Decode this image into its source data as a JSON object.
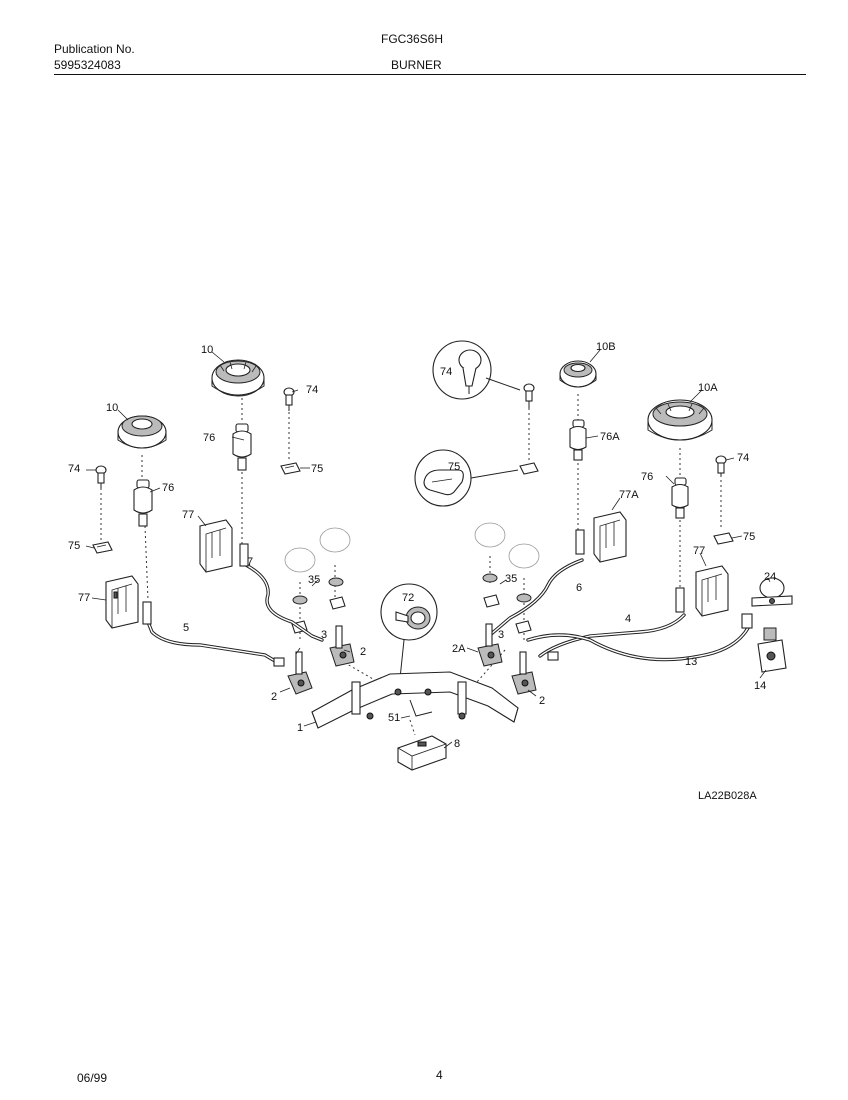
{
  "header": {
    "publication_label": "Publication No.",
    "publication_number": "5995324083",
    "model": "FGC36S6H",
    "section": "BURNER"
  },
  "callouts": {
    "burner_10_left": "10",
    "burner_10_top": "10",
    "burner_10a": "10A",
    "burner_10b": "10B",
    "orifice_74_a": "74",
    "orifice_74_b": "74",
    "orifice_74_c": "74",
    "orifice_74_detail": "74",
    "clip_75_a": "75",
    "clip_75_b": "75",
    "clip_75_c": "75",
    "clip_75_detail": "75",
    "holder_76_a": "76",
    "holder_76_b": "76",
    "holder_76_c": "76",
    "holder_76a": "76A",
    "bracket_77_a": "77",
    "bracket_77_b": "77",
    "bracket_77_c": "77",
    "bracket_77a": "77A",
    "tube_7": "7",
    "tube_5": "5",
    "tube_6": "6",
    "tube_4": "4",
    "tube_13": "13",
    "screw_35_a": "35",
    "screw_35_b": "35",
    "bracket_3_a": "3",
    "bracket_3_b": "3",
    "valve_2_a": "2",
    "valve_2_b": "2",
    "valve_2_c": "2",
    "valve_2a": "2A",
    "knob_72": "72",
    "manifold_1": "1",
    "wrench_51": "51",
    "module_8": "8",
    "fitting_24": "24",
    "regulator_14": "14"
  },
  "drawing_code": "LA22B028A",
  "footer": {
    "date": "06/99",
    "page": "4"
  }
}
